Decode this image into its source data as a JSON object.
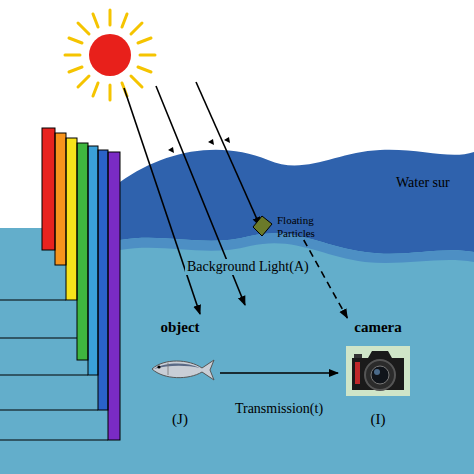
{
  "diagram": {
    "nodes": [
      {
        "text": [
          "Floating Particles"
        ]
      },
      {
        "text": [
          "object",
          "(J)"
        ]
      },
      {
        "text": [
          "camera",
          "(I)"
        ]
      }
    ],
    "edges": [
      {
        "from": 1,
        "to": 2,
        "arrow": "to",
        "label": "Transmission(t)"
      },
      {
        "from": 0,
        "to": 2,
        "arrow": "to"
      }
    ],
    "labels": [
      "Water sur",
      "Background Light(A)"
    ]
  }
}
